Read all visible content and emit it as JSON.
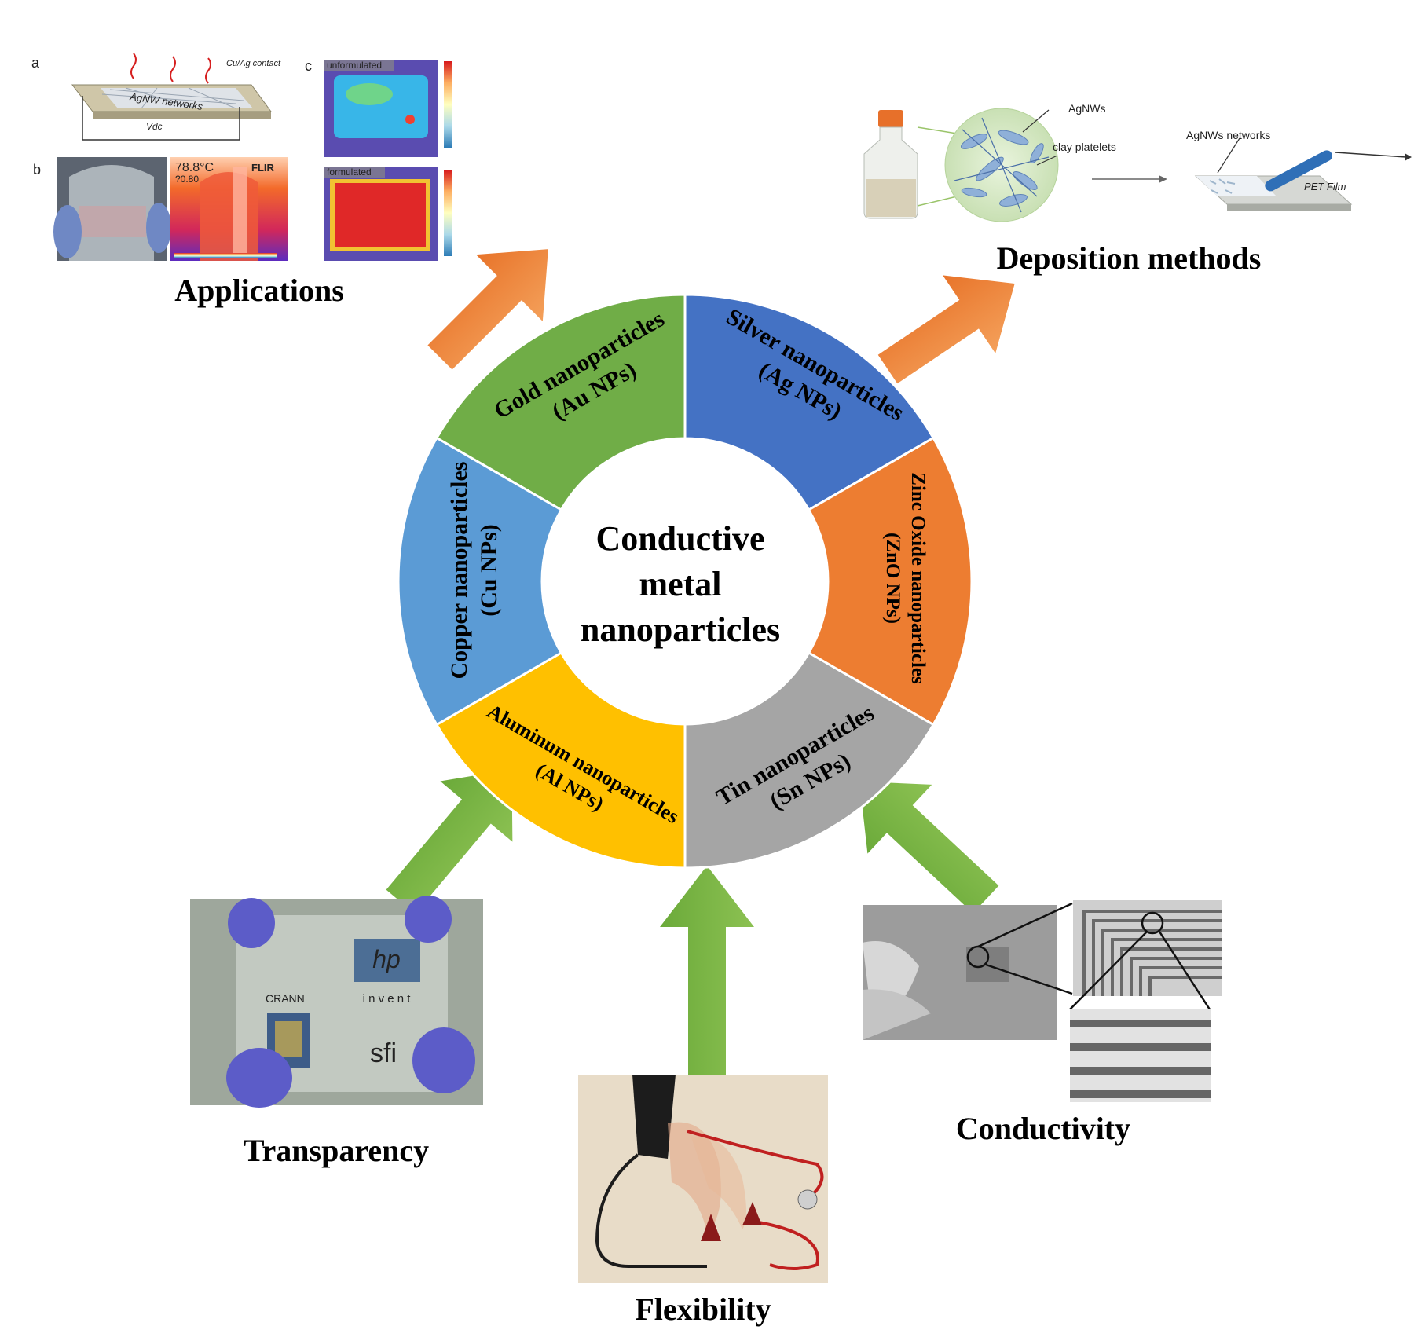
{
  "center": {
    "line1": "Conductive",
    "line2": "metal",
    "line3": "nanoparticles"
  },
  "segments": {
    "gold": {
      "line1": "Gold nanoparticles",
      "line2": "(Au NPs)",
      "color": "#70AD47"
    },
    "silver": {
      "line1": "Silver nanoparticles",
      "line2": "(Ag NPs)",
      "color": "#4472C4"
    },
    "zinc": {
      "line1": "Zinc Oxide nanoparticles",
      "line2": "(ZnO NPs)",
      "color": "#ED7D31"
    },
    "tin": {
      "line1": "Tin nanoparticles",
      "line2": "(Sn NPs)",
      "color": "#A5A5A5"
    },
    "aluminum": {
      "line1": "Aluminum nanoparticles",
      "line2": "(Al NPs)",
      "color": "#FFC000"
    },
    "copper": {
      "line1": "Copper nanoparticles",
      "line2": "(Cu NPs)",
      "color": "#5B9BD5"
    }
  },
  "captions": {
    "applications": "Applications",
    "deposition": "Deposition methods",
    "transparency": "Transparency",
    "flexibility": "Flexibility",
    "conductivity": "Conductivity"
  },
  "applications_panel": {
    "a": "a",
    "b": "b",
    "c": "c",
    "contact": "Cu/Ag contact",
    "networks": "AgNW networks",
    "vdc": "Vdc",
    "temp": "78.8°C",
    "emiss": "?0.80",
    "flir": "FLIR",
    "unformulated": "unformulated",
    "formulated": "formulated"
  },
  "deposition_panel": {
    "agnws": "AgNWs",
    "clay": "clay platelets",
    "agnws_networks": "AgNWs networks",
    "pet": "PET Film"
  },
  "transparency_photo": {
    "hp": "hp",
    "invent": "i n v e n t",
    "crann": "CRANN",
    "sfi": "sfi"
  },
  "colors": {
    "arrow_out": "#ED7D31",
    "arrow_in": "#70AD47"
  }
}
